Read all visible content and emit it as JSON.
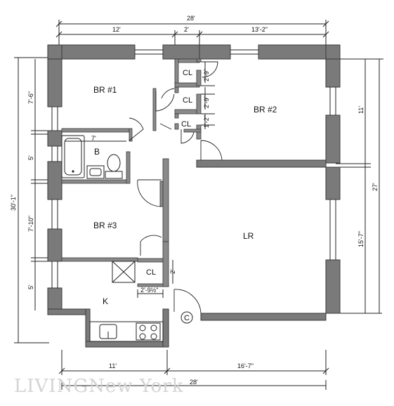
{
  "rooms": {
    "br1": "BR #1",
    "br2": "BR #2",
    "br3": "BR #3",
    "bath": "B",
    "lr": "LR",
    "kitchen": "K",
    "cl_top": "CL",
    "cl_mid": "CL",
    "cl_bot": "CL",
    "cl_br3": "CL",
    "compactor": "C"
  },
  "dimensions": {
    "top_total": "28'",
    "top_left": "12'",
    "top_mid": "2'",
    "top_right": "13'-2\"",
    "left_total": "30'-1\"",
    "left_br1": "7'-6\"",
    "left_bath": "5'",
    "left_br3": "7'-10\"",
    "left_kitchen": "5'",
    "right_br2": "11'",
    "right_total": "27'",
    "right_lr": "15'-7\"",
    "bottom_left": "11'",
    "bottom_right": "16'-7\"",
    "bottom_total": "28'",
    "bath_width": "7'",
    "cl1_depth": "2'-9\"",
    "cl2_depth": "2'-9\"",
    "cl3_depth": "1'-2\"",
    "cl_br3_width": "2'-9½\"",
    "cl_br3_depth": "2'"
  },
  "watermark": "LIVINGNew York"
}
